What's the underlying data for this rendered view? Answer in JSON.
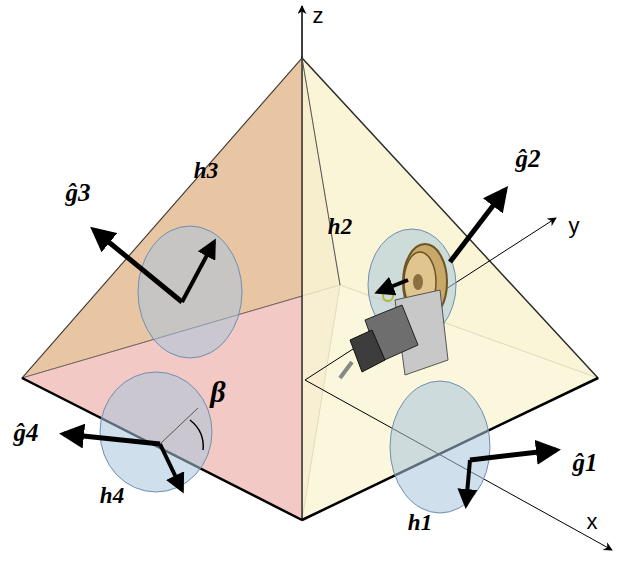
{
  "diagram": {
    "labels": [
      "z",
      "y",
      "x",
      "ĝ3",
      "ĝ2",
      "ĝ1",
      "ĝ4",
      "h3",
      "h2",
      "h1",
      "h4",
      "β"
    ]
  }
}
